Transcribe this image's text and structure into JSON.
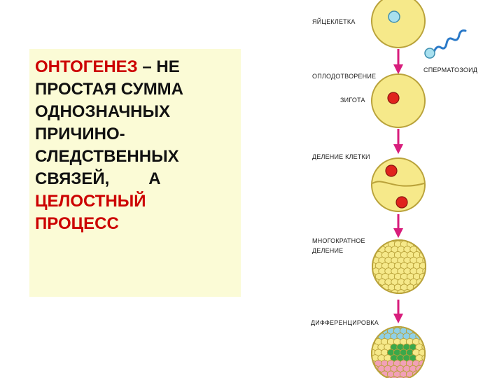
{
  "headline": {
    "term": "ОНТОГЕНЕЗ",
    "line1_rest": " – НЕ",
    "line2": "ПРОСТАЯ СУММА",
    "line3": "ОДНОЗНАЧНЫХ",
    "line4": "ПРИЧИНО-",
    "line5": "СЛЕДСТВЕННЫХ",
    "line6_a": "СВЯЗЕЙ,",
    "line6_b": "А",
    "line7": "ЦЕЛОСТНЫЙ",
    "line8": "ПРОЦЕСС"
  },
  "diagram": {
    "labels": {
      "egg": "ЯЙЦЕКЛЕТКА",
      "sperm": "СПЕРМАТОЗОИД",
      "fertilization": "ОПЛОДОТВОРЕНИЕ",
      "zygote": "ЗИГОТА",
      "cell_division": "ДЕЛЕНИЕ КЛЕТКИ",
      "multiple_division_1": "МНОГОКРАТНОЕ",
      "multiple_division_2": "ДЕЛЕНИЕ",
      "differentiation": "ДИФФЕРЕНЦИРОВКА"
    },
    "colors": {
      "text_red": "#cc0000",
      "panel_bg": "#fbfbd6",
      "cell_fill": "#f6e98a",
      "cell_stroke": "#b9a23a",
      "nucleus_red": "#e0231d",
      "nucleus_blue": "#a8e0ef",
      "arrow": "#d81d7c",
      "sperm": "#2a79c8",
      "diff_green": "#3aa84a",
      "diff_pink": "#f2a0b8",
      "diff_blue": "#8fd0e6"
    }
  }
}
